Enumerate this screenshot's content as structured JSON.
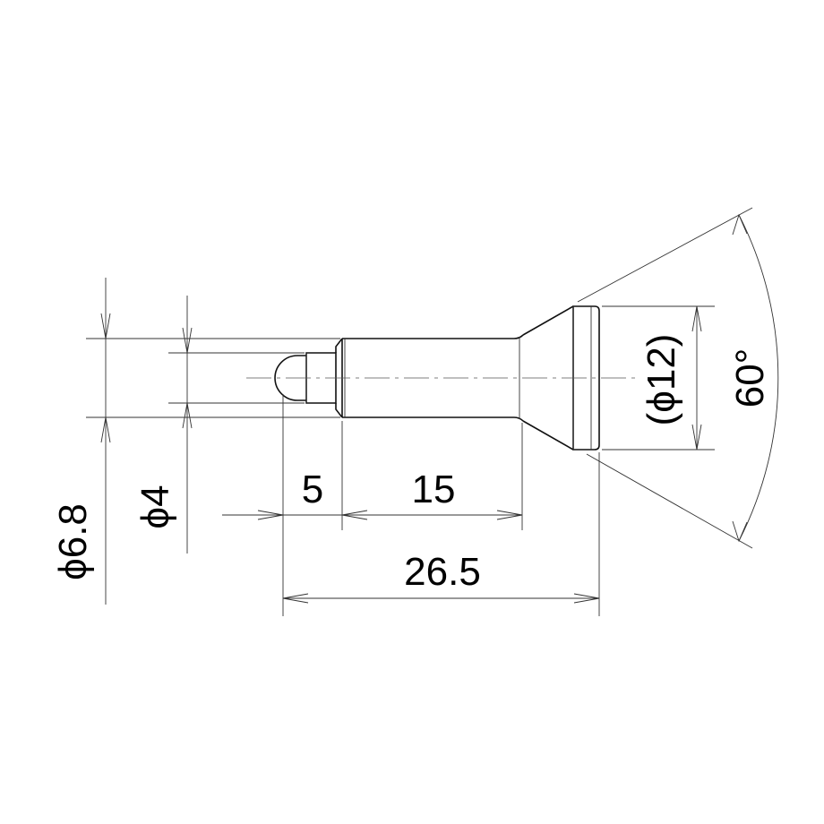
{
  "drawing": {
    "dimensions": {
      "dia_68": "ϕ6.8",
      "dia_4": "ϕ4",
      "len_5": "5",
      "len_15": "15",
      "len_265": "26.5",
      "dia_12": "(ϕ12)",
      "angle_60": "60°"
    }
  }
}
